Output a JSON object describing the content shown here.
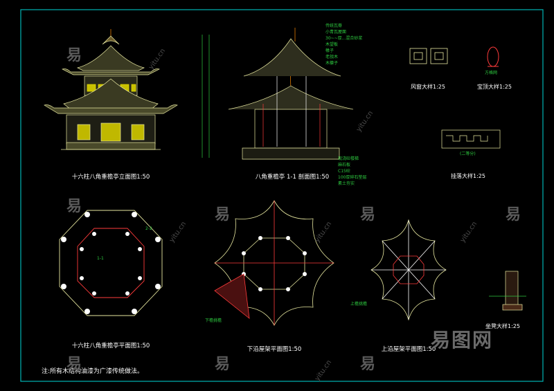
{
  "titles": {
    "elevation": "十六柱八角重檐亭立面图1:50",
    "section": "八角重檐亭 1-1 剖面图1:50",
    "window": "风窗大样1:25",
    "finial": "宝顶大样1:25",
    "eave_board": "挂落大样1:25",
    "plan": "十六柱八角重檐亭平面图1:50",
    "lower_roof": "下沿屋架平面图1:50",
    "upper_roof": "上沿屋架平面图1:50",
    "railing": "坐凳大样1:25"
  },
  "note": "注:所有木结构油漆为广漆传统做法。",
  "section_callouts_top": [
    "传统瓦脊",
    "小青瓦屋面",
    "30~~厚...混合砂浆",
    "木望板",
    "椽子",
    "老戗木",
    "木檩子"
  ],
  "section_callouts_bottom": [
    "现浇砼楼梯",
    "麻石板",
    "C15砼",
    "100厚碎石垫层",
    "素土夯实"
  ],
  "finial_label": "方格网",
  "eave_board_label": "(二等分)",
  "plan_labels": [
    "2-2",
    "1-1"
  ],
  "roof_labels": [
    "下檐挑檐",
    "上檐挑檐"
  ],
  "watermark_char": "易",
  "watermark_url": "yitu.cn",
  "logo": "易图网",
  "colors": {
    "border": "#00b5b5",
    "drawing": "#e8e8a0",
    "dimension": "#2ecc40",
    "accent": "#ff3b3b",
    "text": "#ffffff"
  }
}
